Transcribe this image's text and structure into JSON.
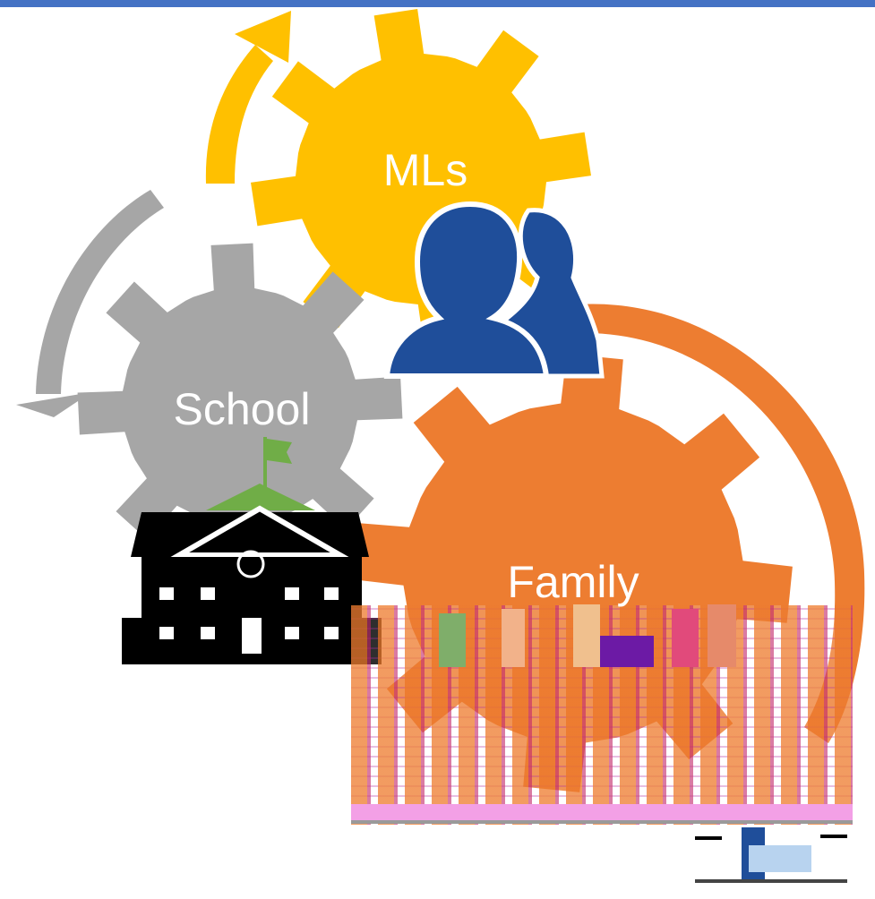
{
  "diagram": {
    "nodes": [
      {
        "id": "mls",
        "label": "MLs",
        "color": "#ffc000"
      },
      {
        "id": "school",
        "label": "School",
        "color": "#a6a6a6"
      },
      {
        "id": "family",
        "label": "Family",
        "color": "#ed7d31"
      }
    ],
    "icons": {
      "people": {
        "name": "two-people-icon",
        "color": "#1f4e9a"
      },
      "school": {
        "name": "school-building-icon",
        "color": "#000000",
        "flag_color": "#70ad47"
      },
      "family_photo": {
        "name": "family-photo"
      }
    },
    "arrows": [
      {
        "name": "yellow-cycle-arrow",
        "color": "#ffc000"
      },
      {
        "name": "gray-cycle-arrow",
        "color": "#a6a6a6"
      },
      {
        "name": "orange-cycle-arrow",
        "color": "#ed7d31"
      }
    ],
    "accent": "#4472c4"
  }
}
